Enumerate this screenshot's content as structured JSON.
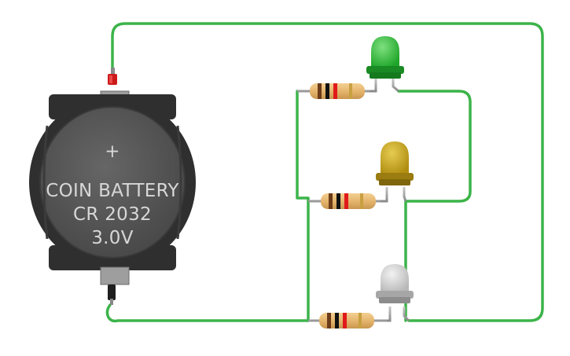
{
  "battery": {
    "label_line1": "COIN BATTERY",
    "label_line2": "CR 2032",
    "label_line3": "3.0V",
    "plus_symbol": "+"
  },
  "colors": {
    "wire": "#3cb44a",
    "battery_body": "#2f2f2f",
    "battery_face": "#555555",
    "led_green": "#34c034",
    "led_yellow": "#c8a818",
    "led_white": "#d4d4d4",
    "resistor_body": "#e8b870"
  },
  "components": {
    "leds": [
      "green-led",
      "yellow-led",
      "white-led"
    ],
    "resistors": 3
  }
}
